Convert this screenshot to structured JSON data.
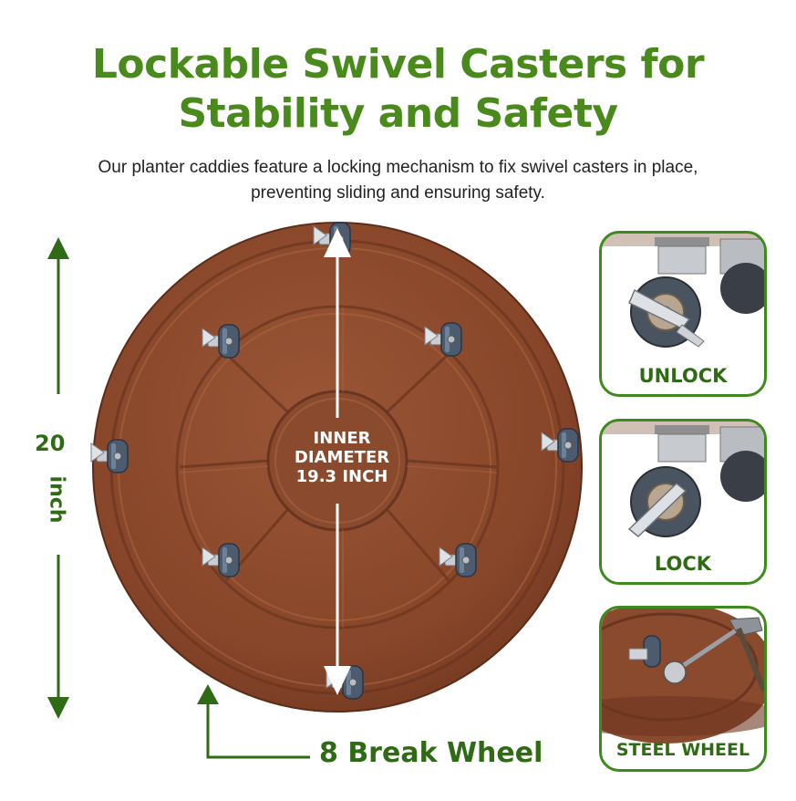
{
  "heading": {
    "title_line1": "Lockable Swivel Casters for",
    "title_line2": "Stability and Safety",
    "subtitle_line1": "Our planter caddies feature a locking mechanism to fix swivel casters in place,",
    "subtitle_line2": "preventing sliding and ensuring safety."
  },
  "dimensions": {
    "height_value": "20",
    "height_unit": "inch",
    "inner_line1": "INNER",
    "inner_line2": "DIAMETER",
    "inner_line3": "19.3 INCH",
    "wheel_count_label": "8 Break Wheel"
  },
  "panels": [
    {
      "label": "UNLOCK"
    },
    {
      "label": "LOCK"
    },
    {
      "label": "STEEL WHEEL"
    }
  ],
  "colors": {
    "accent_green": "#4a8a1c",
    "dark_green": "#2f6a14",
    "caddy_brown": "#8a4a2e"
  }
}
